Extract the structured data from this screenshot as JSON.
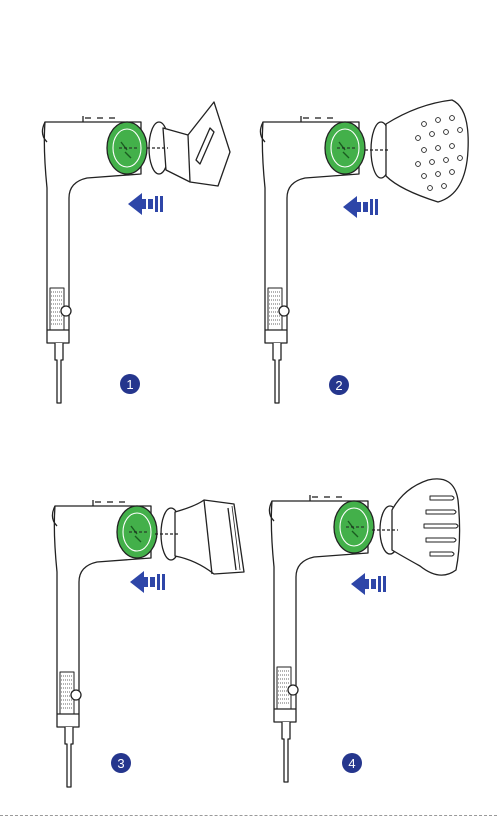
{
  "diagram": {
    "steps": [
      {
        "number": "1",
        "attachment": "concentrator-nozzle"
      },
      {
        "number": "2",
        "attachment": "gentle-air-nozzle"
      },
      {
        "number": "3",
        "attachment": "smoothing-nozzle"
      },
      {
        "number": "4",
        "attachment": "diffuser"
      }
    ],
    "colors": {
      "magnetic_ring": "#43b04a",
      "arrow": "#2e46a8",
      "badge": "#25368d",
      "outline": "#222222"
    },
    "icons": [
      "hair-dryer-icon",
      "push-arrow-icon",
      "step-badge-icon"
    ]
  }
}
